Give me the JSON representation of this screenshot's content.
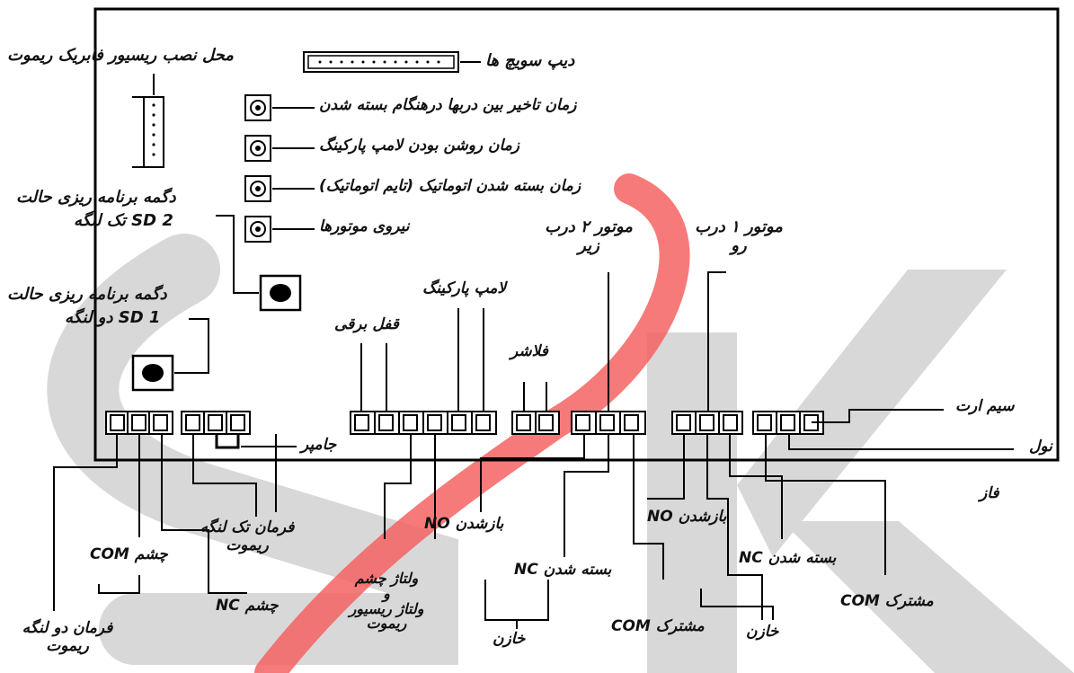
{
  "watermark": {
    "color_gray": "#d4d4d4",
    "color_red": "#f24a4a"
  },
  "labels": {
    "dip_switches": "دیپ سویچ ها",
    "receiver_slot": "محل نصب ریسیور فابریک ریموت",
    "delay_between_doors": "زمان تاخیر بین دربها درهنگام بسته شدن",
    "parking_light_time": "زمان روشن بودن لامپ پارکینگ",
    "auto_close_time": "زمان بسته شدن اتوماتیک (تایم اتوماتیک)",
    "motor_force": "نیروی موتورها",
    "btn_single_title": "دگمه برنامه ریزی حالت",
    "btn_single_sub": "تک لنگه  SD 2",
    "btn_double_title": "دگمه برنامه ریزی حالت",
    "btn_double_sub": "دو لنگه  SD 1",
    "motor2": "موتور ۲ درب\nزیر",
    "motor1": "موتور ۱ درب\nرو",
    "parking_lamp": "لامپ پارکینگ",
    "electric_lock": "قفل برقی",
    "flasher": "فلاشر",
    "earth": "سیم ارت",
    "neutral": "نول",
    "phase": "فاز",
    "jumper": "جامپر",
    "remote_single": "فرمان تک لنگه\nریموت",
    "eye_com": "COM چشم",
    "eye_nc": "NC چشم",
    "remote_double": "فرمان دو لنگه\nریموت",
    "voltage": "ولتاژ چشم\nو\nولتاژ ریسیور\nریموت",
    "m2_no": "NO بازشدن",
    "m2_nc": "NC بسته شدن",
    "m2_com": "COM مشترک",
    "m1_no": "NO بازشدن",
    "m1_nc": "NC بسته شدن",
    "m1_com": "COM مشترک",
    "capacitor_a": "خازن",
    "capacitor_b": "خازن"
  }
}
